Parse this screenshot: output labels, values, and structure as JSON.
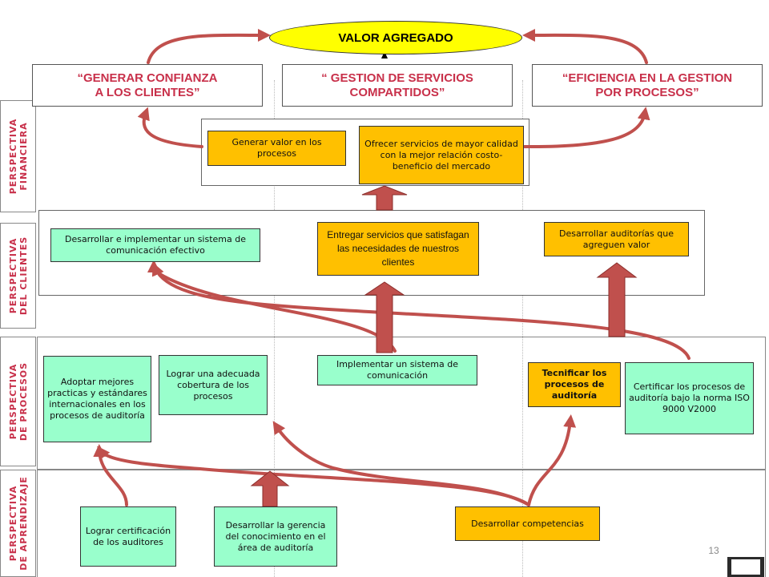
{
  "title": "VALOR AGREGADO",
  "headers": [
    "“GENERAR CONFIANZA\nA LOS CLIENTES”",
    "“ GESTION DE SERVICIOS\nCOMPARTIDOS”",
    "“EFICIENCIA EN LA GESTION\nPOR PROCESOS”"
  ],
  "perspectives": {
    "financiera": "PERSPECTIVA\nFINANCIERA",
    "clientes": "PERSPECTIVA\nDEL CLIENTES",
    "procesos": "PERSPECTIVA\nDE PROCESOS",
    "aprendizaje": "PERSPECTIVA\nDE APRENDIZAJE"
  },
  "financiera": {
    "generar_valor": "Generar valor en los procesos",
    "ofrecer_servicios": "Ofrecer servicios de mayor calidad con la mejor relación costo-beneficio del mercado"
  },
  "clientes": {
    "sistema_comunicacion": "Desarrollar e implementar un sistema de comunicación efectivo",
    "entregar_servicios": "Entregar servicios que satisfagan las necesidades de nuestros clientes",
    "auditorias_valor": "Desarrollar auditorías que agreguen valor"
  },
  "procesos": {
    "mejores_practicas": "Adoptar mejores practicas y estándares internacionales en los procesos de auditoría",
    "cobertura": "Lograr una adecuada cobertura de los procesos",
    "implementar_sistema": "Implementar un sistema de comunicación",
    "tecnificar": "Tecnificar los procesos de auditoría",
    "certificar": "Certificar los procesos de auditoría bajo la norma ISO 9000 V2000"
  },
  "aprendizaje": {
    "certificacion": "Lograr certificación de los auditores",
    "gerencia": "Desarrollar la gerencia del conocimiento en el área de auditoría",
    "competencias": "Desarrollar competencias"
  },
  "page_number": "13",
  "colors": {
    "accent": "#c8304a",
    "arrow": "#c0504d",
    "green_box": "#99ffcc",
    "orange_box": "#ffc000",
    "title_fill": "#ffff00"
  }
}
